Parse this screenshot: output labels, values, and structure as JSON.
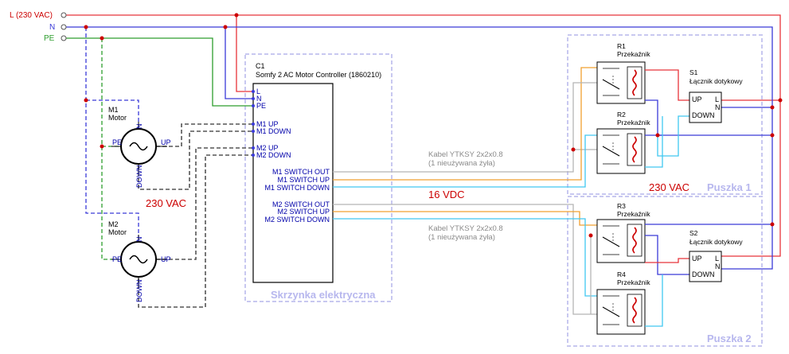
{
  "supply": {
    "line_label": "L (230 VAC)",
    "neutral_label": "N",
    "earth_label": "PE"
  },
  "controller": {
    "ref": "C1",
    "name": "Somfy 2 AC Motor Controller (1860210)",
    "pins_left": [
      "L",
      "N",
      "PE",
      "M1 UP",
      "M1 DOWN",
      "M2 UP",
      "M2 DOWN"
    ],
    "pins_right": [
      "M1 SWITCH OUT",
      "M1 SWITCH UP",
      "M1 SWITCH DOWN",
      "M2 SWITCH OUT",
      "M2 SWITCH UP",
      "M2 SWITCH DOWN"
    ]
  },
  "enclosure_label": "Skrzynka elektryczna",
  "motors": [
    {
      "ref": "M1",
      "name": "Motor",
      "pin_top": "N",
      "pin_left": "PE",
      "pin_right": "UP",
      "pin_bottom": "DOWN"
    },
    {
      "ref": "M2",
      "name": "Motor",
      "pin_top": "N",
      "pin_left": "PE",
      "pin_right": "UP",
      "pin_bottom": "DOWN"
    }
  ],
  "motor_voltage": "230 VAC",
  "cables": {
    "name": "Kabel YTKSY 2x2x0.8",
    "note": "(1 nieużywana żyła)",
    "signal_voltage": "16 VDC"
  },
  "relays": [
    {
      "ref": "R1",
      "name": "Przekaźnik"
    },
    {
      "ref": "R2",
      "name": "Przekaźnik"
    },
    {
      "ref": "R3",
      "name": "Przekaźnik"
    },
    {
      "ref": "R4",
      "name": "Przekaźnik"
    }
  ],
  "switches": [
    {
      "ref": "S1",
      "name": "Łącznik dotykowy",
      "up": "UP",
      "down": "DOWN",
      "l": "L",
      "n": "N"
    },
    {
      "ref": "S2",
      "name": "Łącznik dotykowy",
      "up": "UP",
      "down": "DOWN",
      "l": "L",
      "n": "N"
    }
  ],
  "boxes": {
    "box1_label": "Puszka 1",
    "box1_voltage": "230 VAC",
    "box2_label": "Puszka 2"
  },
  "colors": {
    "line": "#e8343a",
    "neutral": "#3a3ad8",
    "earth": "#2e9e2e",
    "motor_wire": "#555555",
    "cable_out": "#b5b5b5",
    "cable_up": "#f0a030",
    "cable_down": "#40c8f0",
    "enclosure": "#c8c8f0"
  }
}
